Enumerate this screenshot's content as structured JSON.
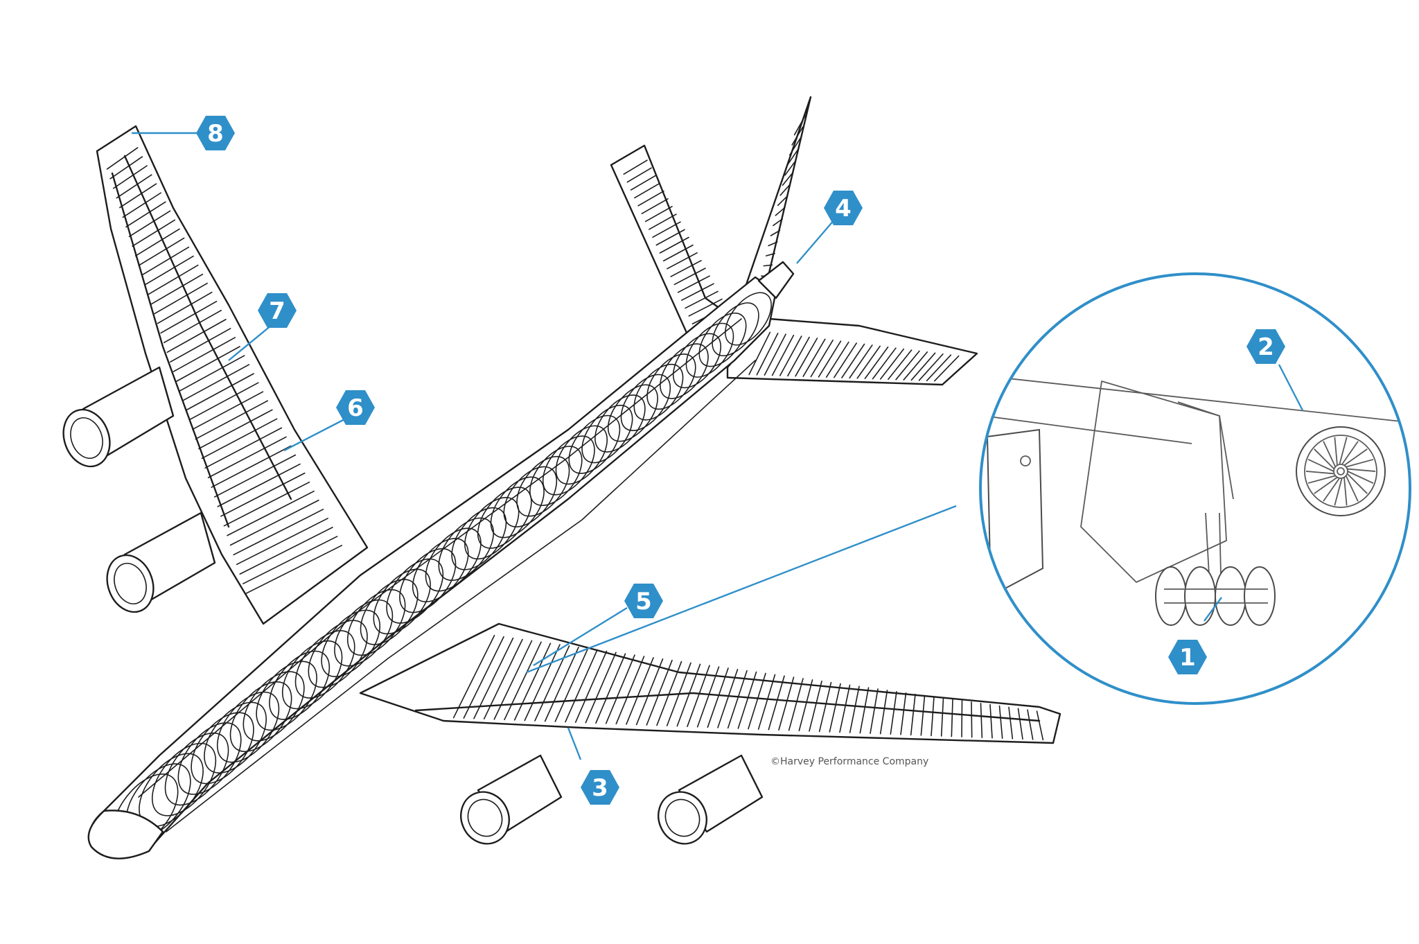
{
  "callouts": [
    {
      "number": "1"
    },
    {
      "number": "2"
    },
    {
      "number": "3"
    },
    {
      "number": "4"
    },
    {
      "number": "5"
    },
    {
      "number": "6"
    },
    {
      "number": "7"
    },
    {
      "number": "8"
    }
  ],
  "copyright": "©Harvey Performance Company",
  "colors": {
    "accent": "#2f8fc9",
    "ink": "#1d1d1d"
  }
}
